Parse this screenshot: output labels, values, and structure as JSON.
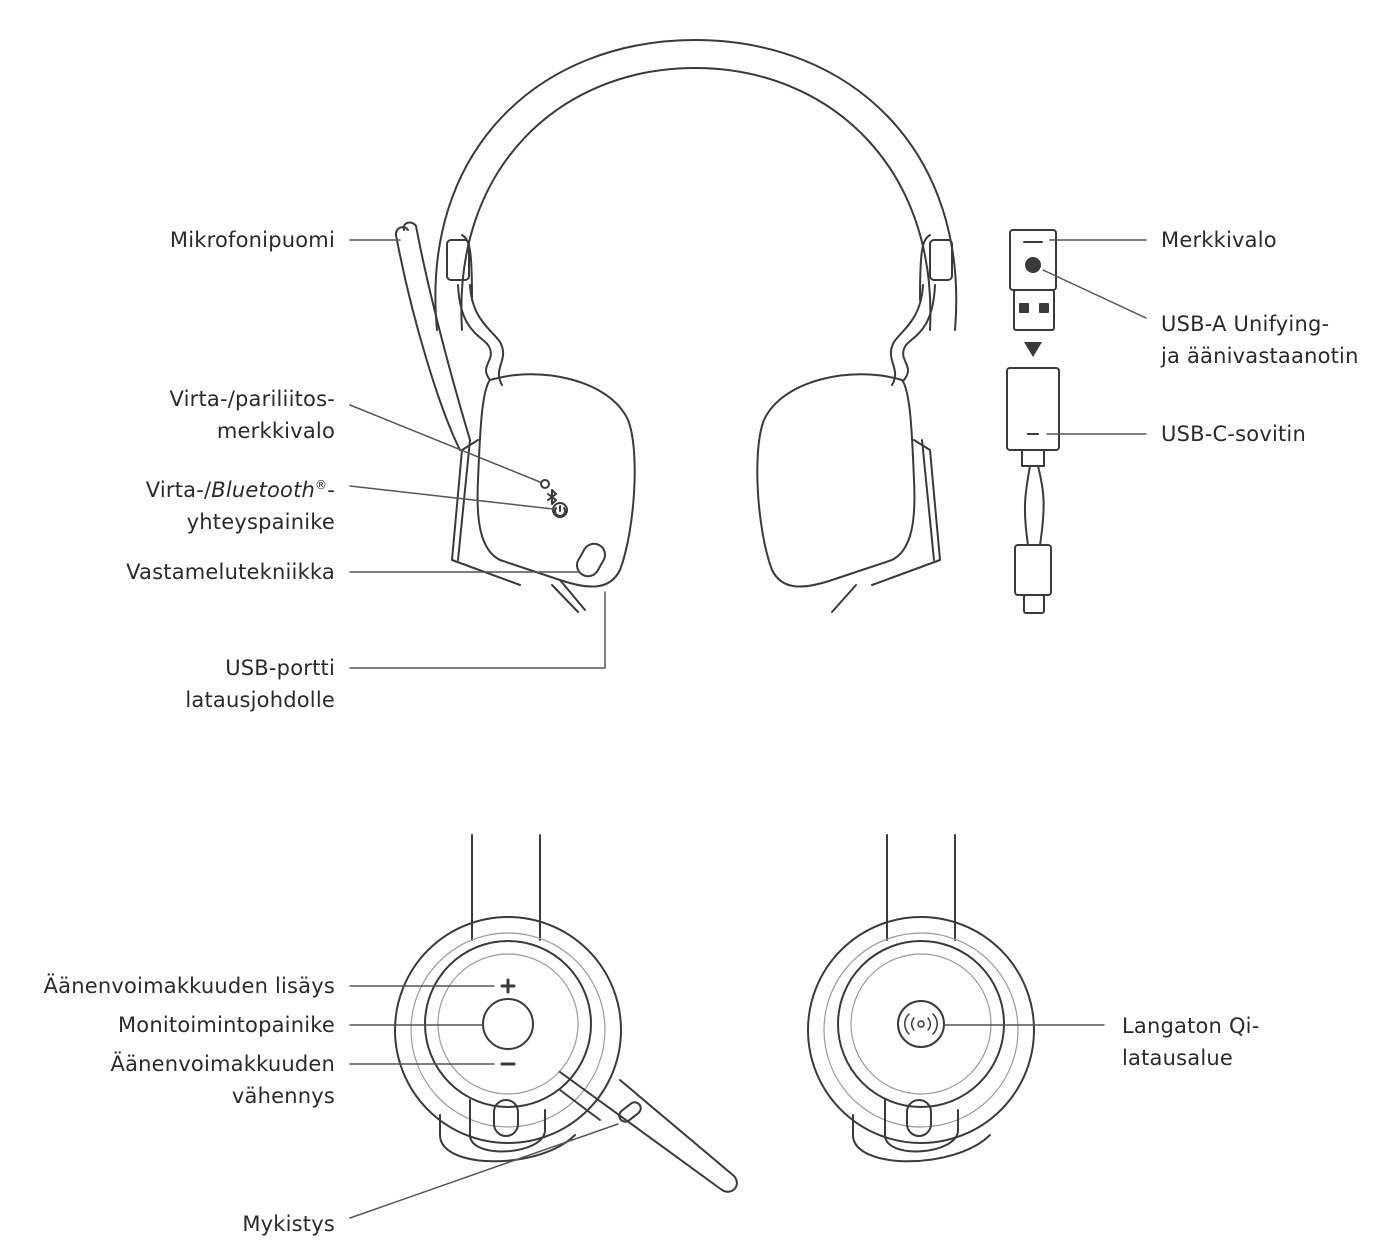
{
  "labels": {
    "mikrofonipuomi": "Mikrofonipuomi",
    "virta_pari_1": "Virta-/pariliitos-",
    "virta_pari_2": "merkkivalo",
    "virta_bt_prefix": "Virta-/",
    "virta_bt_italic": "Bluetooth",
    "virta_bt_reg": "®",
    "virta_bt_suffix": "-",
    "virta_bt_2": "yhteyspainike",
    "vastamelu": "Vastamelutekniikka",
    "usb_portti_1": "USB-portti",
    "usb_portti_2": "latausjohdolle",
    "merkkivalo": "Merkkivalo",
    "usb_a_1": "USB-A Unifying-",
    "usb_a_2": "ja äänivastaanotin",
    "usb_c": "USB-C-sovitin",
    "vol_up": "Äänenvoimakkuuden lisäys",
    "monitoimi": "Monitoimintopainike",
    "vol_down_1": "Äänenvoimakkuuden",
    "vol_down_2": "vähennys",
    "mykistys": "Mykistys",
    "langaton_1": "Langaton Qi-",
    "langaton_2": "latausalue"
  },
  "colors": {
    "stroke": "#3a3a3a",
    "leader": "#555555",
    "light": "#9a9a9a"
  },
  "icons": [
    "bluetooth-icon",
    "power-icon",
    "wireless-charging-icon",
    "arrow-down-icon"
  ]
}
